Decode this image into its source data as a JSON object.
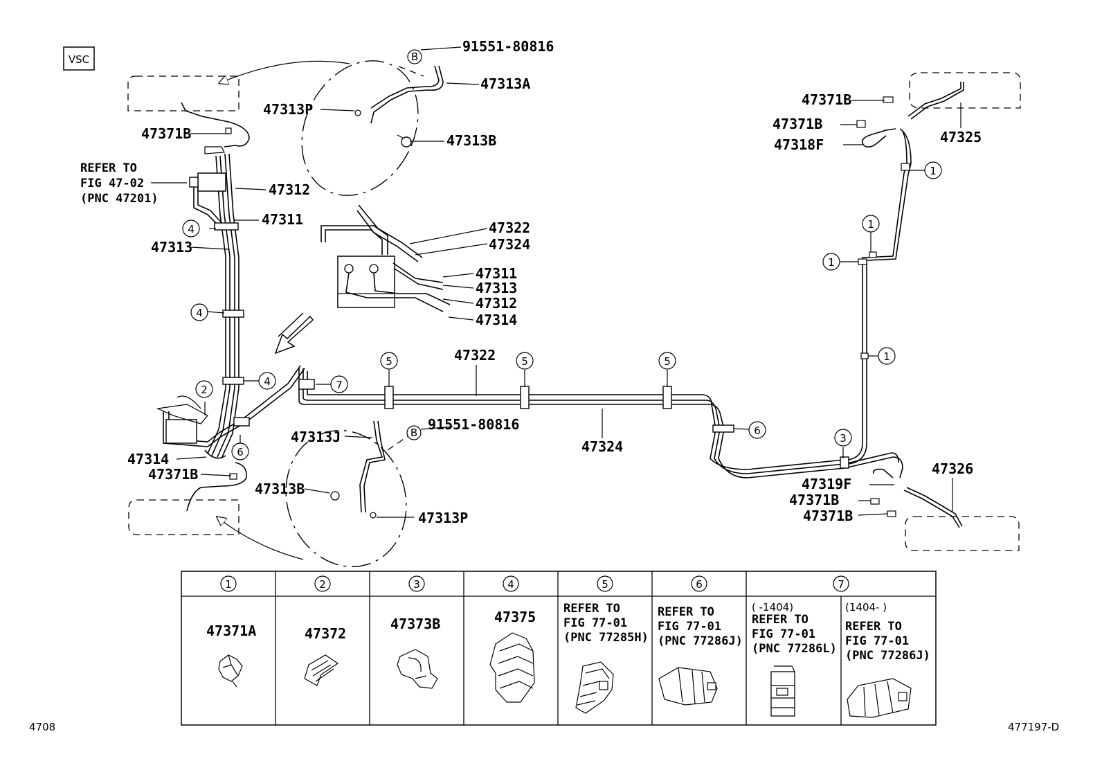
{
  "badge": "VSC",
  "refer_left": [
    "REFER TO",
    "FIG 47-02",
    "(PNC 47201)"
  ],
  "labels": {
    "p91551_top": "91551-80816",
    "p47313A": "47313A",
    "p47313P_top": "47313P",
    "p47313B_top": "47313B",
    "p47371B_tl": "47371B",
    "p47312_l": "47312",
    "p47311_l": "47311",
    "p47313_l": "47313",
    "p47322_inset": "47322",
    "p47324_inset": "47324",
    "p47311_inset": "47311",
    "p47313_inset": "47313",
    "p47312_inset": "47312",
    "p47314_inset": "47314",
    "p47322_main": "47322",
    "p47324_main": "47324",
    "p91551_bot": "91551-80816",
    "p47313J": "47313J",
    "p47314_l": "47314",
    "p47371B_bl": "47371B",
    "p47313B_bot": "47313B",
    "p47313P_bot": "47313P",
    "p47371B_tr1": "47371B",
    "p47371B_tr2": "47371B",
    "p47318F": "47318F",
    "p47325": "47325",
    "p47319F": "47319F",
    "p47371B_br1": "47371B",
    "p47371B_br2": "47371B",
    "p47326": "47326"
  },
  "markers": {
    "b_top": "B",
    "b_bot": "B",
    "c1": "1",
    "c2": "2",
    "c3": "3",
    "c4": "4",
    "c5": "5",
    "c6": "6",
    "c7": "7"
  },
  "table": {
    "headers": [
      "1",
      "2",
      "3",
      "4",
      "5",
      "6",
      "7"
    ],
    "cells": {
      "c1_part": "47371A",
      "c2_part": "47372",
      "c3_part": "47373B",
      "c4_part": "47375",
      "c5_ref": [
        "REFER TO",
        "FIG 77-01",
        "(PNC 77285H)"
      ],
      "c6_ref": [
        "REFER TO",
        "FIG 77-01",
        "(PNC 77286J)"
      ],
      "c7a_range": "(     -1404)",
      "c7a_ref": [
        "REFER TO",
        "FIG 77-01",
        "(PNC 77286L)"
      ],
      "c7b_range": "(1404-      )",
      "c7b_ref": [
        "REFER TO",
        "FIG 77-01",
        "(PNC 77286J)"
      ]
    }
  },
  "footer": {
    "left": "4708",
    "right": "477197-D"
  }
}
